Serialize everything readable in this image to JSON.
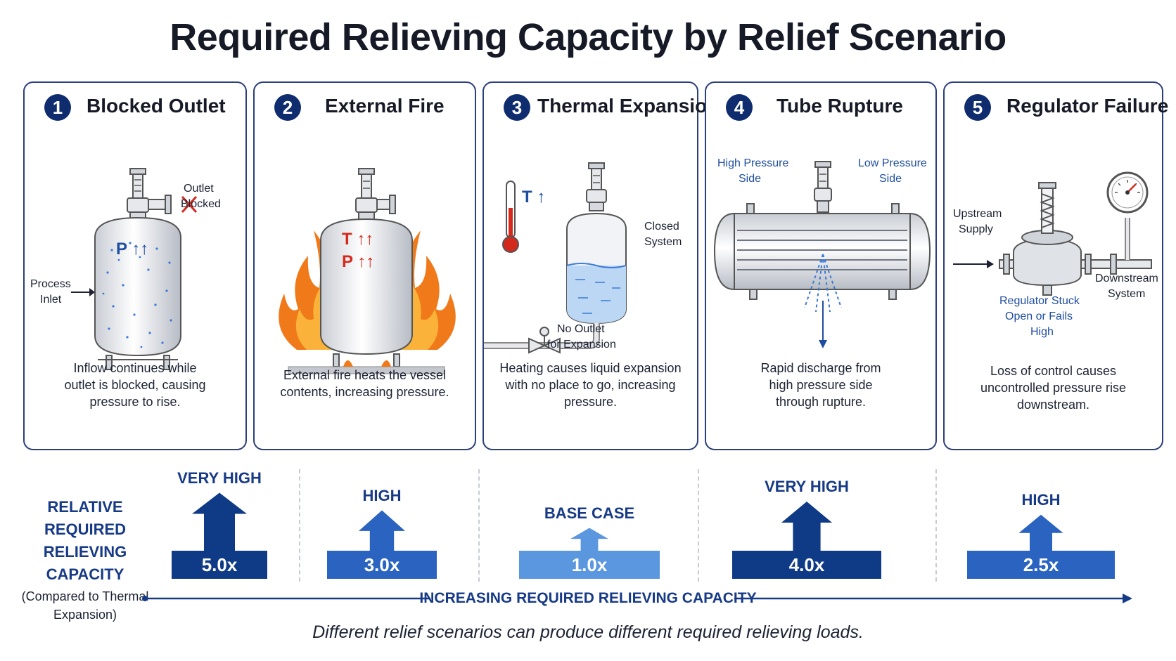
{
  "title": "Required Relieving Capacity by Relief Scenario",
  "scenarios": [
    {
      "number": "1",
      "title": "Blocked Outlet",
      "labels": [
        "Outlet",
        "Blocked",
        "Process",
        "Inlet",
        "P ↑↑"
      ],
      "description": [
        "Inflow continues while",
        "outlet is blocked, causing",
        "pressure to rise."
      ],
      "level": "VERY HIGH",
      "multiplier": "5.0x",
      "relative_capacity": 5.0,
      "bar_color": "#0f3a86"
    },
    {
      "number": "2",
      "title": "External Fire",
      "labels": [
        "T ↑↑",
        "P ↑↑"
      ],
      "description": [
        "External fire heats the vessel",
        "contents, increasing pressure."
      ],
      "level": "HIGH",
      "multiplier": "3.0x",
      "relative_capacity": 3.0,
      "bar_color": "#2a63c0"
    },
    {
      "number": "3",
      "title": "Thermal Expansion",
      "labels": [
        "T ↑",
        "Closed",
        "System",
        "No Outlet",
        "for Expansion"
      ],
      "description": [
        "Heating causes liquid expansion",
        "with no place to go, increasing",
        "pressure."
      ],
      "level": "BASE CASE",
      "multiplier": "1.0x",
      "relative_capacity": 1.0,
      "bar_color": "#5b97df"
    },
    {
      "number": "4",
      "title": "Tube Rupture",
      "labels": [
        "High Pressure",
        "Side",
        "Low Pressure",
        "Side"
      ],
      "description": [
        "Rapid discharge from",
        "high pressure side",
        "through rupture."
      ],
      "level": "VERY HIGH",
      "multiplier": "4.0x",
      "relative_capacity": 4.0,
      "bar_color": "#0f3a86"
    },
    {
      "number": "5",
      "title": "Regulator Failure",
      "labels": [
        "Upstream",
        "Supply",
        "Downstream",
        "System",
        "Regulator Stuck",
        "Open or Fails",
        "High"
      ],
      "description": [
        "Loss of control causes",
        "uncontrolled pressure rise",
        "downstream."
      ],
      "level": "HIGH",
      "multiplier": "2.5x",
      "relative_capacity": 2.5,
      "bar_color": "#2a63c0"
    }
  ],
  "relative_label": {
    "line1": "RELATIVE REQUIRED",
    "line2": "RELIEVING CAPACITY",
    "line3": "(Compared to Thermal",
    "line4": "Expansion)"
  },
  "axis_label": "INCREASING REQUIRED RELIEVING CAPACITY",
  "footnote": "Different relief scenarios can produce different required relieving loads.",
  "colors": {
    "navy": "#0f2d6e",
    "accent_blue": "#1f4ea0",
    "card_border": "#2b3f78",
    "fire_orange": "#f07a1a",
    "fire_red": "#d42a1e"
  }
}
